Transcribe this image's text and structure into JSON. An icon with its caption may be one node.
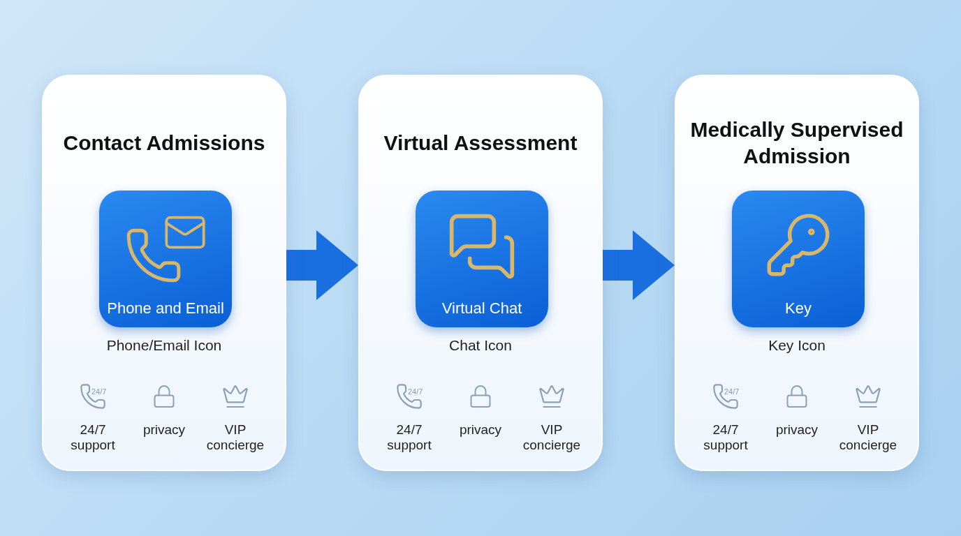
{
  "diagram": {
    "nodes": [
      {
        "text": [
          "Contact Admissions"
        ]
      },
      {
        "text": [
          "Phone and Email"
        ],
        "in": 0,
        "beside": [
          "Phone/Email Icon"
        ]
      },
      {
        "text": [
          "Virtual Assessment"
        ]
      },
      {
        "text": [
          "Virtual Chat"
        ],
        "in": 2,
        "beside": [
          "Chat Icon"
        ]
      },
      {
        "text": [
          "Medically Supervised Admission"
        ]
      },
      {
        "text": [
          "Key"
        ],
        "in": 4,
        "beside": [
          "Key Icon"
        ]
      }
    ],
    "edges": [
      {
        "from": 0,
        "to": 2,
        "arrow": "to"
      },
      {
        "from": 2,
        "to": 4,
        "arrow": "to"
      }
    ],
    "labels": [
      "24/7",
      "24/7 support",
      "privacy",
      "VIP concierge",
      "24/7",
      "24/7 support",
      "privacy",
      "VIP concierge",
      "24/7",
      "24/7 support",
      "privacy",
      "VIP concierge"
    ]
  }
}
